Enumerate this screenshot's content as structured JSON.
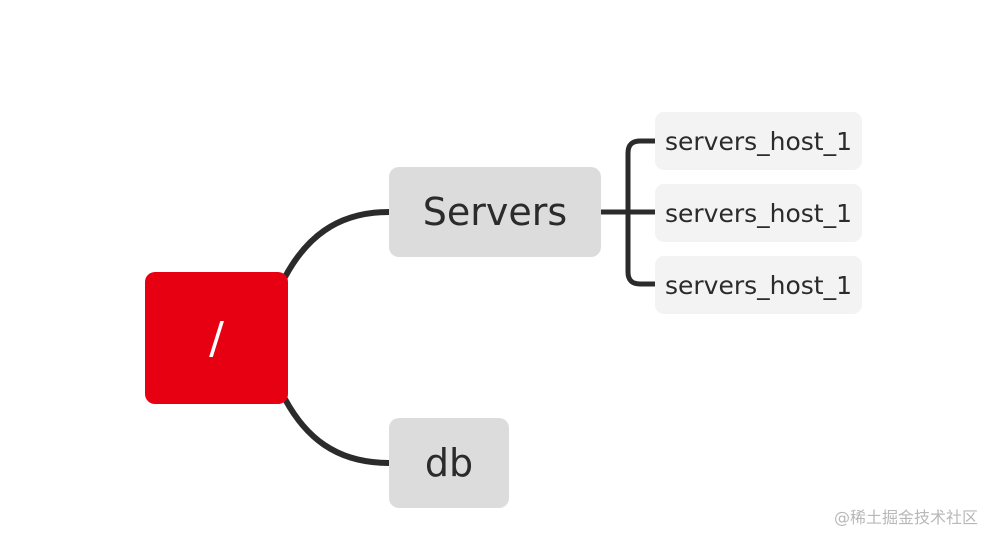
{
  "mindmap": {
    "root": {
      "label": "/"
    },
    "branches": [
      {
        "label": "Servers",
        "children": [
          "servers_host_1",
          "servers_host_1",
          "servers_host_1"
        ]
      },
      {
        "label": "db",
        "children": []
      }
    ]
  },
  "colors": {
    "root_fill": "#e60012",
    "branch_fill": "#dcdcdc",
    "leaf_fill": "#f3f3f3",
    "connector": "#2b2b2b"
  },
  "watermark": "@稀土掘金技术社区"
}
